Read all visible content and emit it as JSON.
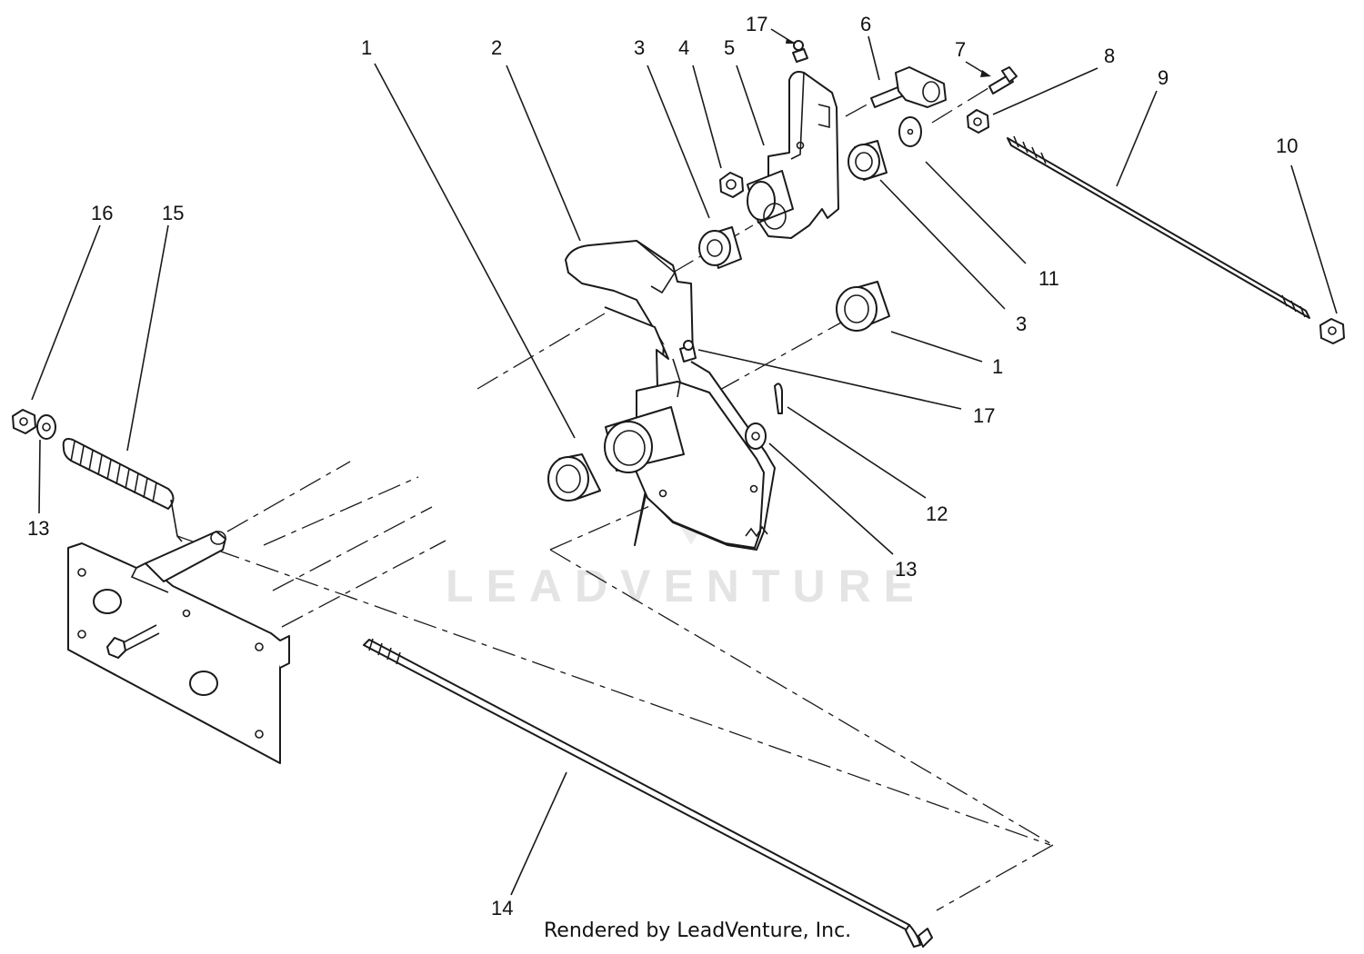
{
  "watermark": "LEADVENTURE",
  "credit": "Rendered by LeadVenture, Inc.",
  "callouts": {
    "c1a": "1",
    "c1b": "1",
    "c2": "2",
    "c3a": "3",
    "c3b": "3",
    "c4": "4",
    "c5": "5",
    "c6": "6",
    "c7": "7",
    "c8": "8",
    "c9": "9",
    "c10": "10",
    "c11": "11",
    "c12": "12",
    "c13a": "13",
    "c13b": "13",
    "c14": "14",
    "c15": "15",
    "c16": "16",
    "c17a": "17",
    "c17b": "17"
  },
  "icons": {
    "fasteners": "hex-nut-icon",
    "bushings": "flange-bushing-icon",
    "spring": "extension-spring-icon",
    "rods": "threaded-rod-icon"
  }
}
